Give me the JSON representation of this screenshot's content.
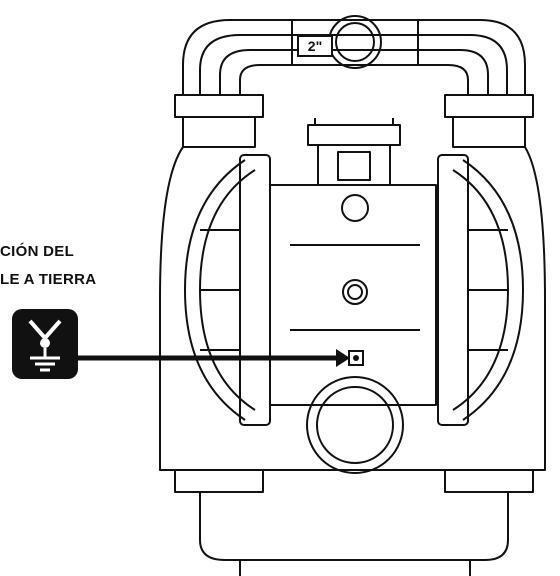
{
  "callout": {
    "line1": "CIÓN DEL",
    "line2": "LE A TIERRA"
  },
  "pump": {
    "port_size_label": "2\""
  },
  "icon": {
    "name": "ground-terminal-icon",
    "color": "#111111"
  },
  "colors": {
    "line": "#111111",
    "background": "#ffffff"
  }
}
